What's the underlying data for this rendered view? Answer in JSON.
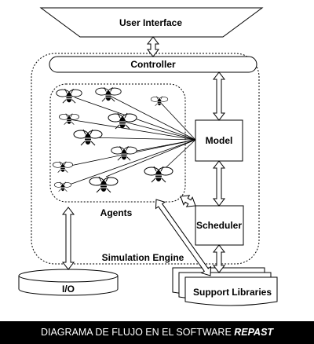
{
  "diagram": {
    "user_interface": "User Interface",
    "controller": "Controller",
    "model": "Model",
    "scheduler": "Scheduler",
    "agents": "Agents",
    "simulation_engine": "Simulation Engine",
    "io": "I/O",
    "support_libraries": "Support Libraries"
  },
  "caption": {
    "text": "DIAGRAMA DE FLUJO EN EL SOFTWARE",
    "emphasis": "REPAST"
  },
  "colors": {
    "line": "#000000",
    "background": "#ffffff",
    "caption_bar": "#000000",
    "caption_text": "#ffffff"
  },
  "icons": [
    "bee-icon"
  ]
}
